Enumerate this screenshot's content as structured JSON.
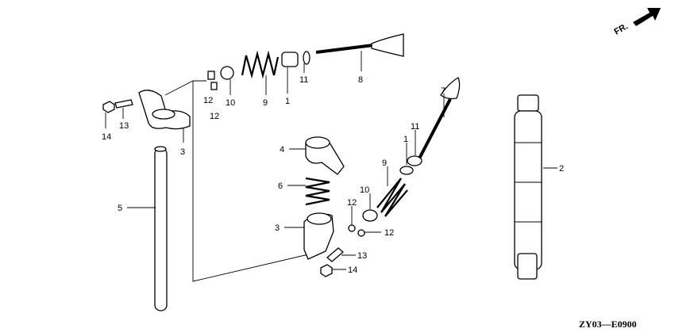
{
  "diagram": {
    "direction_label": "FR.",
    "code": "ZY03—E0900",
    "callouts": {
      "nut_left": "14",
      "adjuster_left": "13",
      "rocker_left": "3",
      "push_rod": "5",
      "collet_top_a": "12",
      "collet_top_b": "12",
      "retainer_top": "10",
      "spring_top": "9",
      "seal_top": "1",
      "washer_top": "11",
      "valve_top": "8",
      "rocker_upper": "4",
      "spring_mid": "6",
      "rocker_lower": "3",
      "collet_low_a": "12",
      "collet_low_b": "12",
      "adjuster_low": "13",
      "nut_low": "14",
      "retainer_low": "10",
      "spring_low": "9",
      "seal_low": "1",
      "washer_low": "11",
      "valve_low": "7",
      "camshaft": "2"
    }
  }
}
